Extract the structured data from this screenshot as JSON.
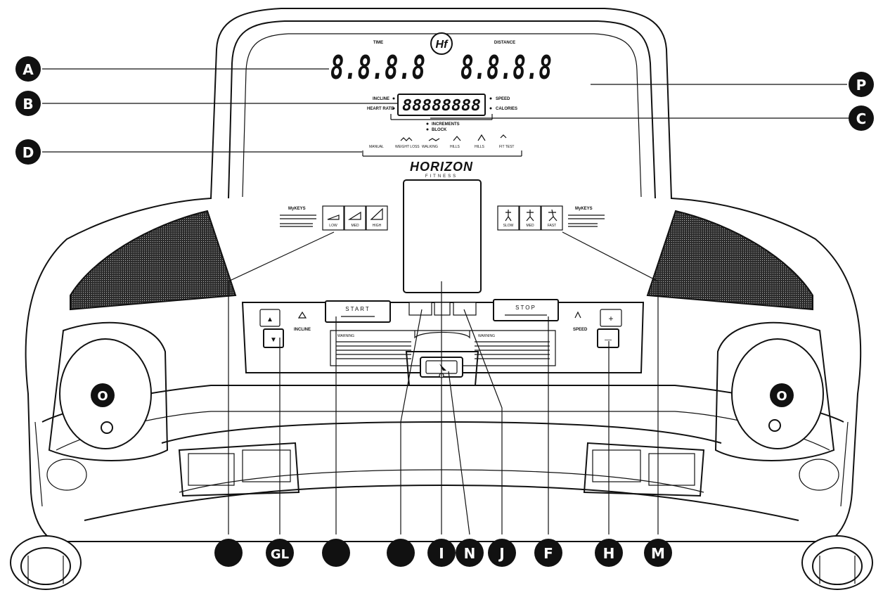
{
  "console": {
    "brand": "HORIZON",
    "brand_sub": "FITNESS",
    "logo_mark": "Hf",
    "display": {
      "time_label": "TIME",
      "distance_label": "DISTANCE",
      "left_digits": "8.8.8.8",
      "right_digits": "8.8.8.8",
      "center_digits": "88888888",
      "left_labels": [
        "INCLINE",
        "HEART RATE"
      ],
      "right_labels": [
        "SPEED",
        "CALORIES"
      ],
      "bottom_labels": [
        "INCREMENTS",
        "BLOCK"
      ]
    },
    "programs": [
      "MANUAL",
      "WEIGHT LOSS",
      "WALKING",
      "HILLS",
      "HILLS",
      "FIT TEST"
    ],
    "mykeys_left": {
      "title": "MyKEYS",
      "keys": [
        "LOW",
        "MED",
        "HIGH"
      ]
    },
    "mykeys_right": {
      "title": "MyKEYS",
      "keys": [
        "SLOW",
        "MED",
        "FAST"
      ]
    },
    "controls": {
      "start": "START",
      "stop": "STOP",
      "incline_label": "INCLINE",
      "speed_label": "SPEED",
      "up_symbol": "▲",
      "down_symbol": "▼",
      "plus_symbol": "+",
      "minus_symbol": "—"
    },
    "warning_left": "WARNING",
    "warning_right": "WARNING"
  },
  "callouts": {
    "A": "A",
    "B": "B",
    "C": "C",
    "D": "D",
    "P": "P",
    "O_left": "O",
    "O_right": "O",
    "GL": "GL",
    "I": "I",
    "N": "N",
    "J": "J",
    "F": "F",
    "H": "H",
    "M": "M"
  }
}
